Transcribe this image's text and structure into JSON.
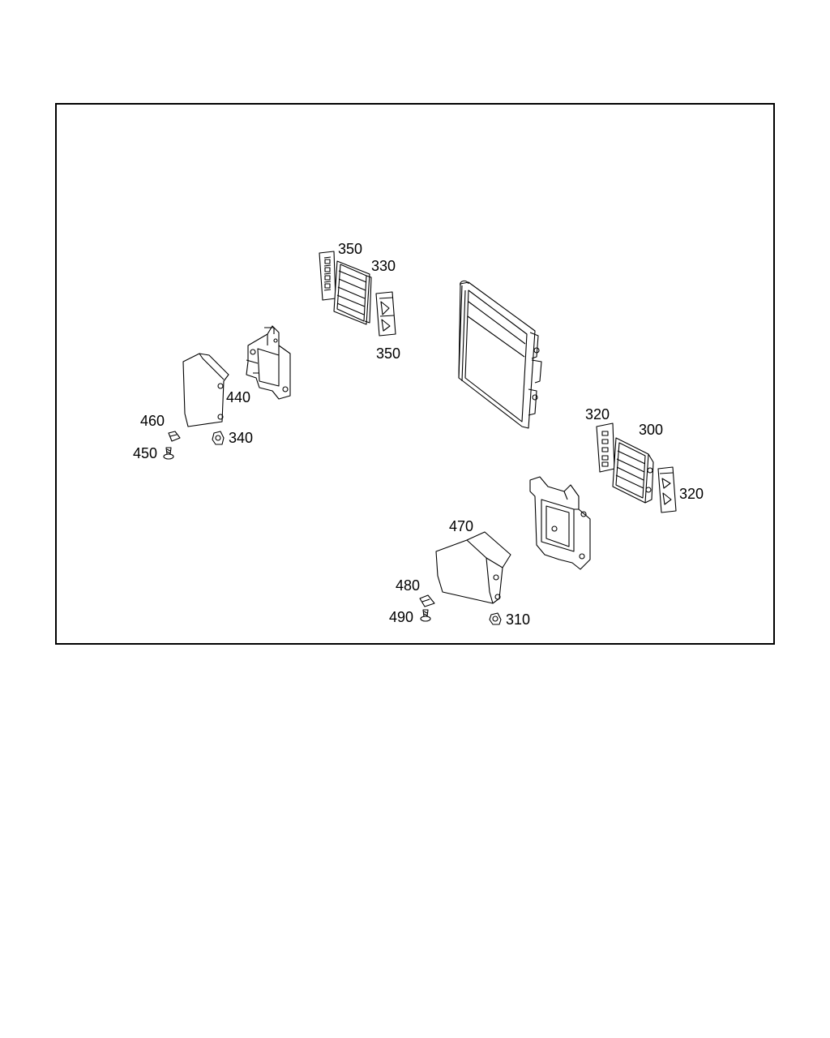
{
  "diagram": {
    "colors": {
      "line": "#000000",
      "background": "#ffffff"
    },
    "callouts": {
      "c350_top": "350",
      "c330": "330",
      "c350_bottom": "350",
      "c440": "440",
      "c460": "460",
      "c340": "340",
      "c450": "450",
      "c320_top": "320",
      "c300": "300",
      "c320_right": "320",
      "c470": "470",
      "c480": "480",
      "c490": "490",
      "c310": "310"
    }
  }
}
